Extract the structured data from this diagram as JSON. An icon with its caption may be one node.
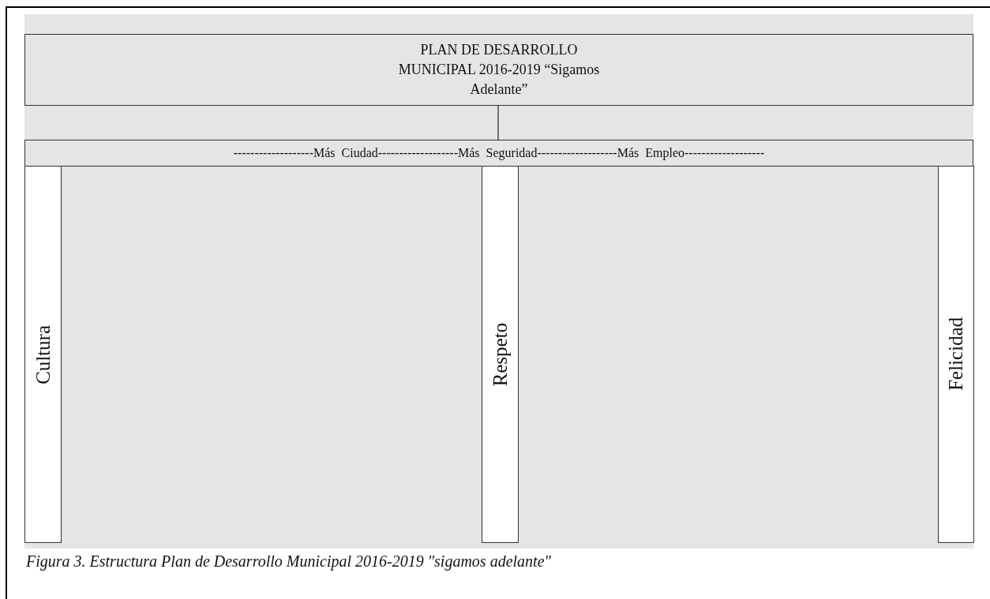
{
  "diagram": {
    "caption": "Figura 3. Estructura Plan de Desarrollo Municipal 2016-2019 \"sigamos adelante\"",
    "nodes": [
      {
        "text": [
          "PLAN DE DESARROLLO MUNICIPAL 2016-2019 “Sigamos Adelante”"
        ]
      },
      {
        "text": [
          "-------------------Más Ciudad-------------------Más Seguridad-------------------Más Empleo-------------------"
        ]
      },
      {
        "text": [
          "Cultura"
        ]
      },
      {
        "text": [
          "Respeto"
        ]
      },
      {
        "text": [
          "Felicidad"
        ]
      }
    ],
    "edges": [
      {
        "from": 0,
        "to": 1,
        "arrow": "none"
      }
    ]
  }
}
